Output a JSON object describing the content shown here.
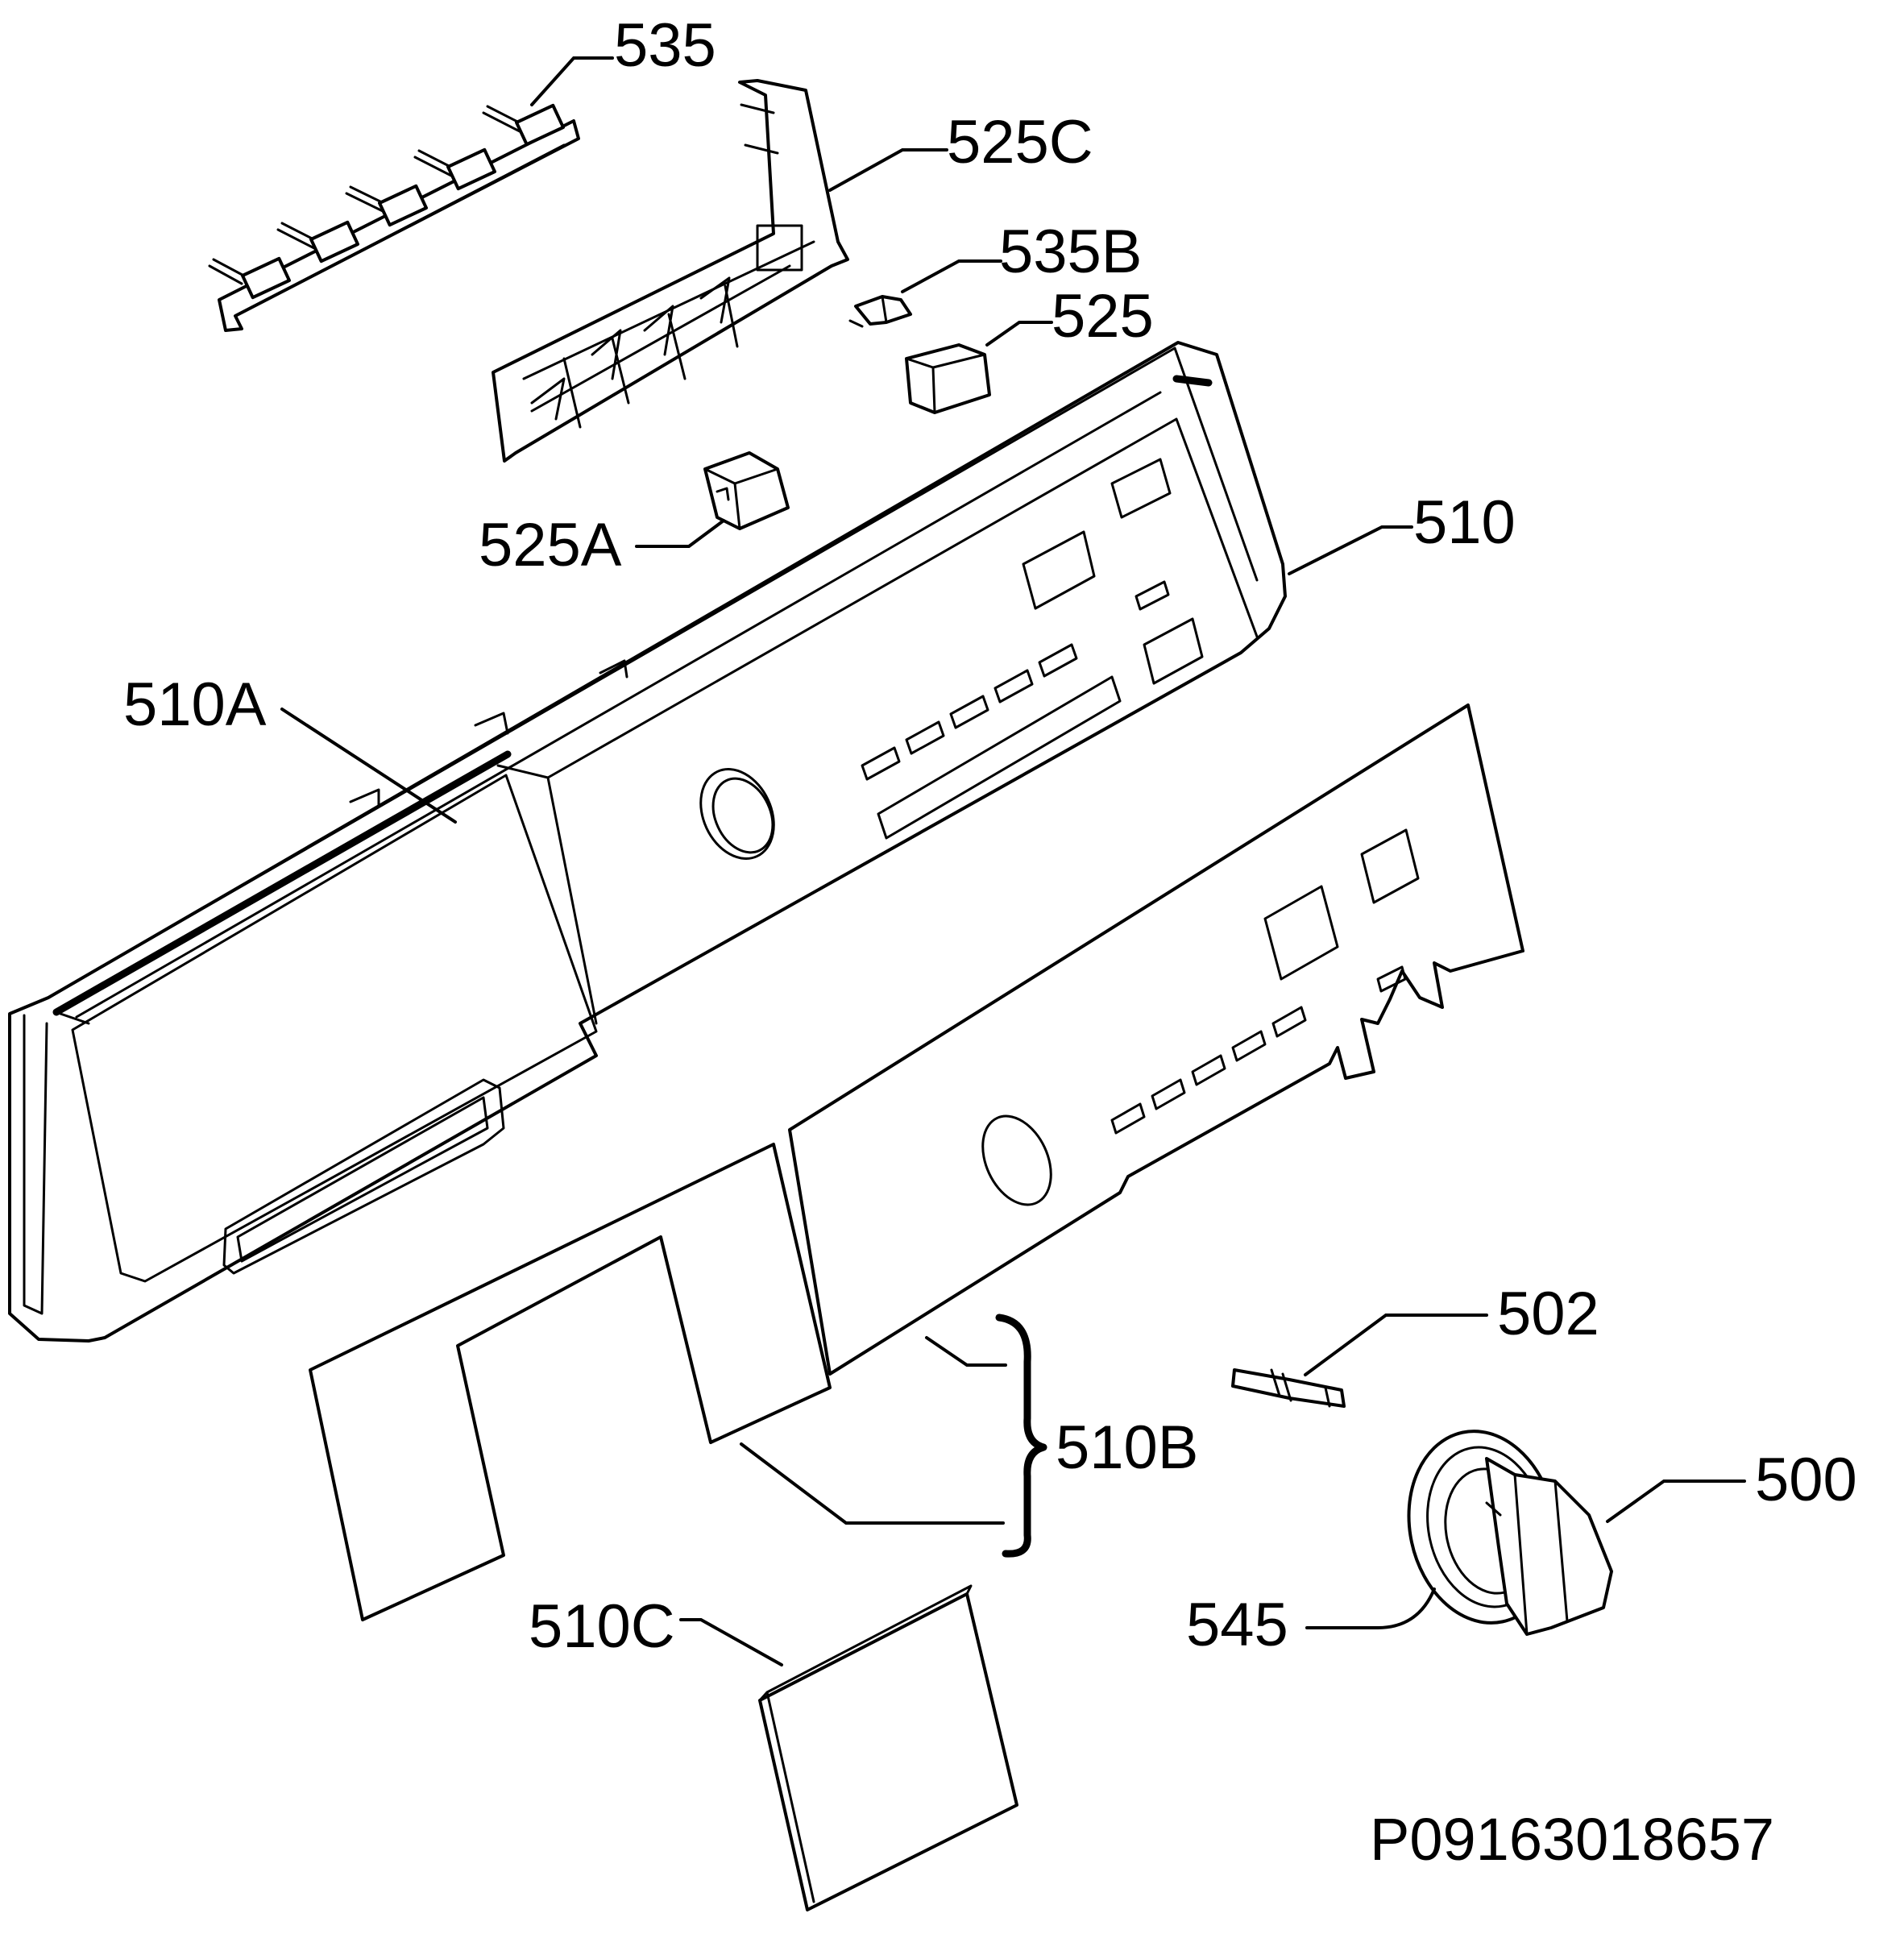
{
  "labels": {
    "p535": "535",
    "p525C": "525C",
    "p535B": "535B",
    "p525": "525",
    "p525A": "525A",
    "p510": "510",
    "p510A": "510A",
    "p502": "502",
    "p510B": "510B",
    "p500": "500",
    "p545": "545",
    "p510C": "510C"
  },
  "drawing_number": "P09163018657"
}
